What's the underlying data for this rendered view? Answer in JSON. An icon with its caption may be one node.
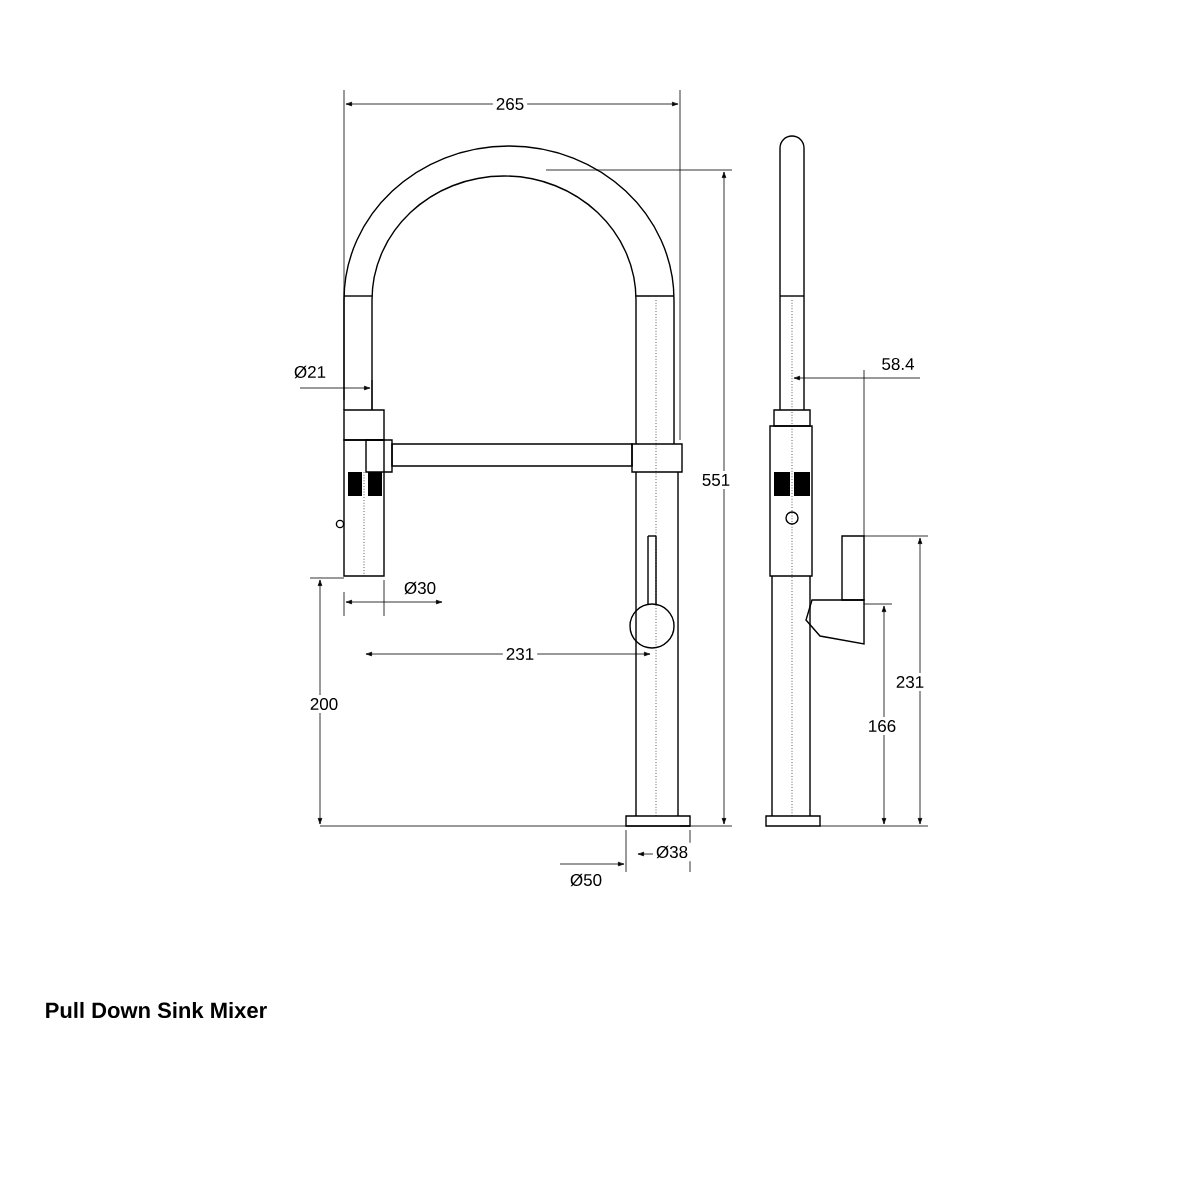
{
  "diagram": {
    "title": "Pull Down Sink Mixer",
    "labels": [
      "265",
      "Ø21",
      "58.4",
      "551",
      "Ø30",
      "231",
      "231",
      "200",
      "166",
      "Ø38",
      "Ø50"
    ]
  }
}
